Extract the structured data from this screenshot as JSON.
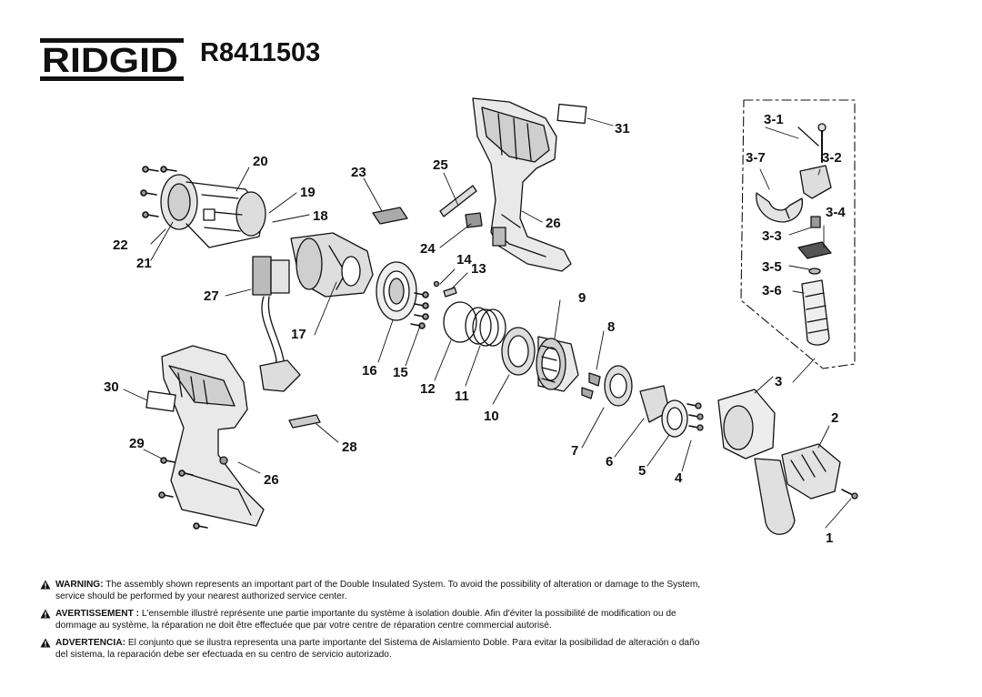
{
  "brand": "RIDGID",
  "model": "R8411503",
  "part_labels": [
    {
      "id": "p1",
      "text": "1"
    },
    {
      "id": "p2",
      "text": "2"
    },
    {
      "id": "p3",
      "text": "3"
    },
    {
      "id": "p3-1",
      "text": "3-1"
    },
    {
      "id": "p3-2",
      "text": "3-2"
    },
    {
      "id": "p3-3",
      "text": "3-3"
    },
    {
      "id": "p3-4",
      "text": "3-4"
    },
    {
      "id": "p3-5",
      "text": "3-5"
    },
    {
      "id": "p3-6",
      "text": "3-6"
    },
    {
      "id": "p3-7",
      "text": "3-7"
    },
    {
      "id": "p4",
      "text": "4"
    },
    {
      "id": "p5",
      "text": "5"
    },
    {
      "id": "p6",
      "text": "6"
    },
    {
      "id": "p7",
      "text": "7"
    },
    {
      "id": "p8",
      "text": "8"
    },
    {
      "id": "p9",
      "text": "9"
    },
    {
      "id": "p10",
      "text": "10"
    },
    {
      "id": "p11",
      "text": "11"
    },
    {
      "id": "p12",
      "text": "12"
    },
    {
      "id": "p13",
      "text": "13"
    },
    {
      "id": "p14",
      "text": "14"
    },
    {
      "id": "p15",
      "text": "15"
    },
    {
      "id": "p16",
      "text": "16"
    },
    {
      "id": "p17",
      "text": "17"
    },
    {
      "id": "p18",
      "text": "18"
    },
    {
      "id": "p19",
      "text": "19"
    },
    {
      "id": "p20",
      "text": "20"
    },
    {
      "id": "p21",
      "text": "21"
    },
    {
      "id": "p22",
      "text": "22"
    },
    {
      "id": "p23",
      "text": "23"
    },
    {
      "id": "p24",
      "text": "24"
    },
    {
      "id": "p25",
      "text": "25"
    },
    {
      "id": "p26a",
      "text": "26"
    },
    {
      "id": "p26b",
      "text": "26"
    },
    {
      "id": "p27",
      "text": "27"
    },
    {
      "id": "p28",
      "text": "28"
    },
    {
      "id": "p29",
      "text": "29"
    },
    {
      "id": "p30",
      "text": "30"
    },
    {
      "id": "p31",
      "text": "31"
    }
  ],
  "notes": {
    "warning": {
      "label": "WARNING:",
      "text": " The assembly shown represents an important part of the Double Insulated System. To avoid the possibility of alteration or damage to the System, service should be performed by your nearest authorized service center."
    },
    "avertissement": {
      "label": "AVERTISSEMENT :",
      "text": " L'ensemble illustré représente une partie importante du système à isolation double. Afin d'éviter la possibilité de modification ou de dommage au système, la réparation ne doit être effectuée que par votre centre de réparation centre commercial autorisé."
    },
    "advertencia": {
      "label": "ADVERTENCIA:",
      "text": " El conjunto que se ilustra representa una parte importante del Sistema de Aislamiento Doble. Para evitar la posibilidad de alteración o daño del sistema, la reparación debe ser efectuada en su centro de servicio autorizado."
    }
  }
}
